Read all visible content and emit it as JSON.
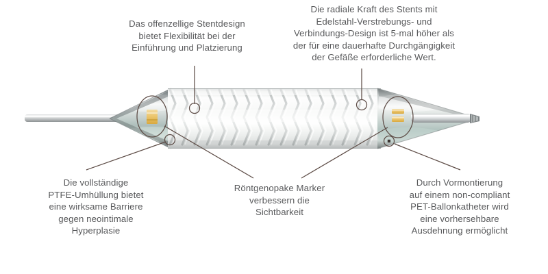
{
  "figure": {
    "type": "diagram",
    "subject": "covered balloon-expandable stent on pre-mounted PET balloon catheter",
    "background_color": "#ffffff",
    "text_color": "#58595b",
    "leader_line_color": "#5d4c46"
  },
  "callouts": [
    {
      "id": "stent-design",
      "position": "top-left",
      "text": "Das offenzellige Stentdesign\nbietet Flexibilität bei der\nEinführung und Platzierung"
    },
    {
      "id": "radial-force",
      "position": "top-right",
      "text": "Die radiale Kraft des Stents mit\nEdelstahl-Verstrebungs- und\nVerbindungs-Design ist 5-mal höher als\nder für eine dauerhafte Durchgängigkeit\nder Gefäße erforderliche Wert."
    },
    {
      "id": "ptfe-covering",
      "position": "bottom-left",
      "text": "Die vollständige\nPTFE-Umhüllung bietet\neine wirksame Barriere\ngegen neointimale\nHyperplasie"
    },
    {
      "id": "radiopaque-marker",
      "position": "bottom-center",
      "text": "Röntgenopake Marker\nverbessern die\nSichtbarkeit"
    },
    {
      "id": "premounted-balloon",
      "position": "bottom-right",
      "text": "Durch Vormontierung\nauf einem non-compliant\nPET-Ballonkatheter wird\neine vorhersehbare\nAusdehnung ermöglicht"
    }
  ],
  "device_parts": {
    "catheter_shaft": "catheter-shaft",
    "balloon_cone_left": "balloon-cone-left",
    "balloon_cone_right": "balloon-cone-right",
    "stent_body": "ptfe-covered-stent-body",
    "marker_left": "radiopaque-marker-left",
    "marker_right": "radiopaque-marker-right",
    "tip": "catheter-tip"
  },
  "colors": {
    "marker_gold": "#e8c268",
    "stent_white": "#f2f2f0",
    "metal_gray": "#9aa0a2",
    "cone_teal": "#b9cfc9",
    "text": "#58595b",
    "leader": "#5d4c46"
  }
}
